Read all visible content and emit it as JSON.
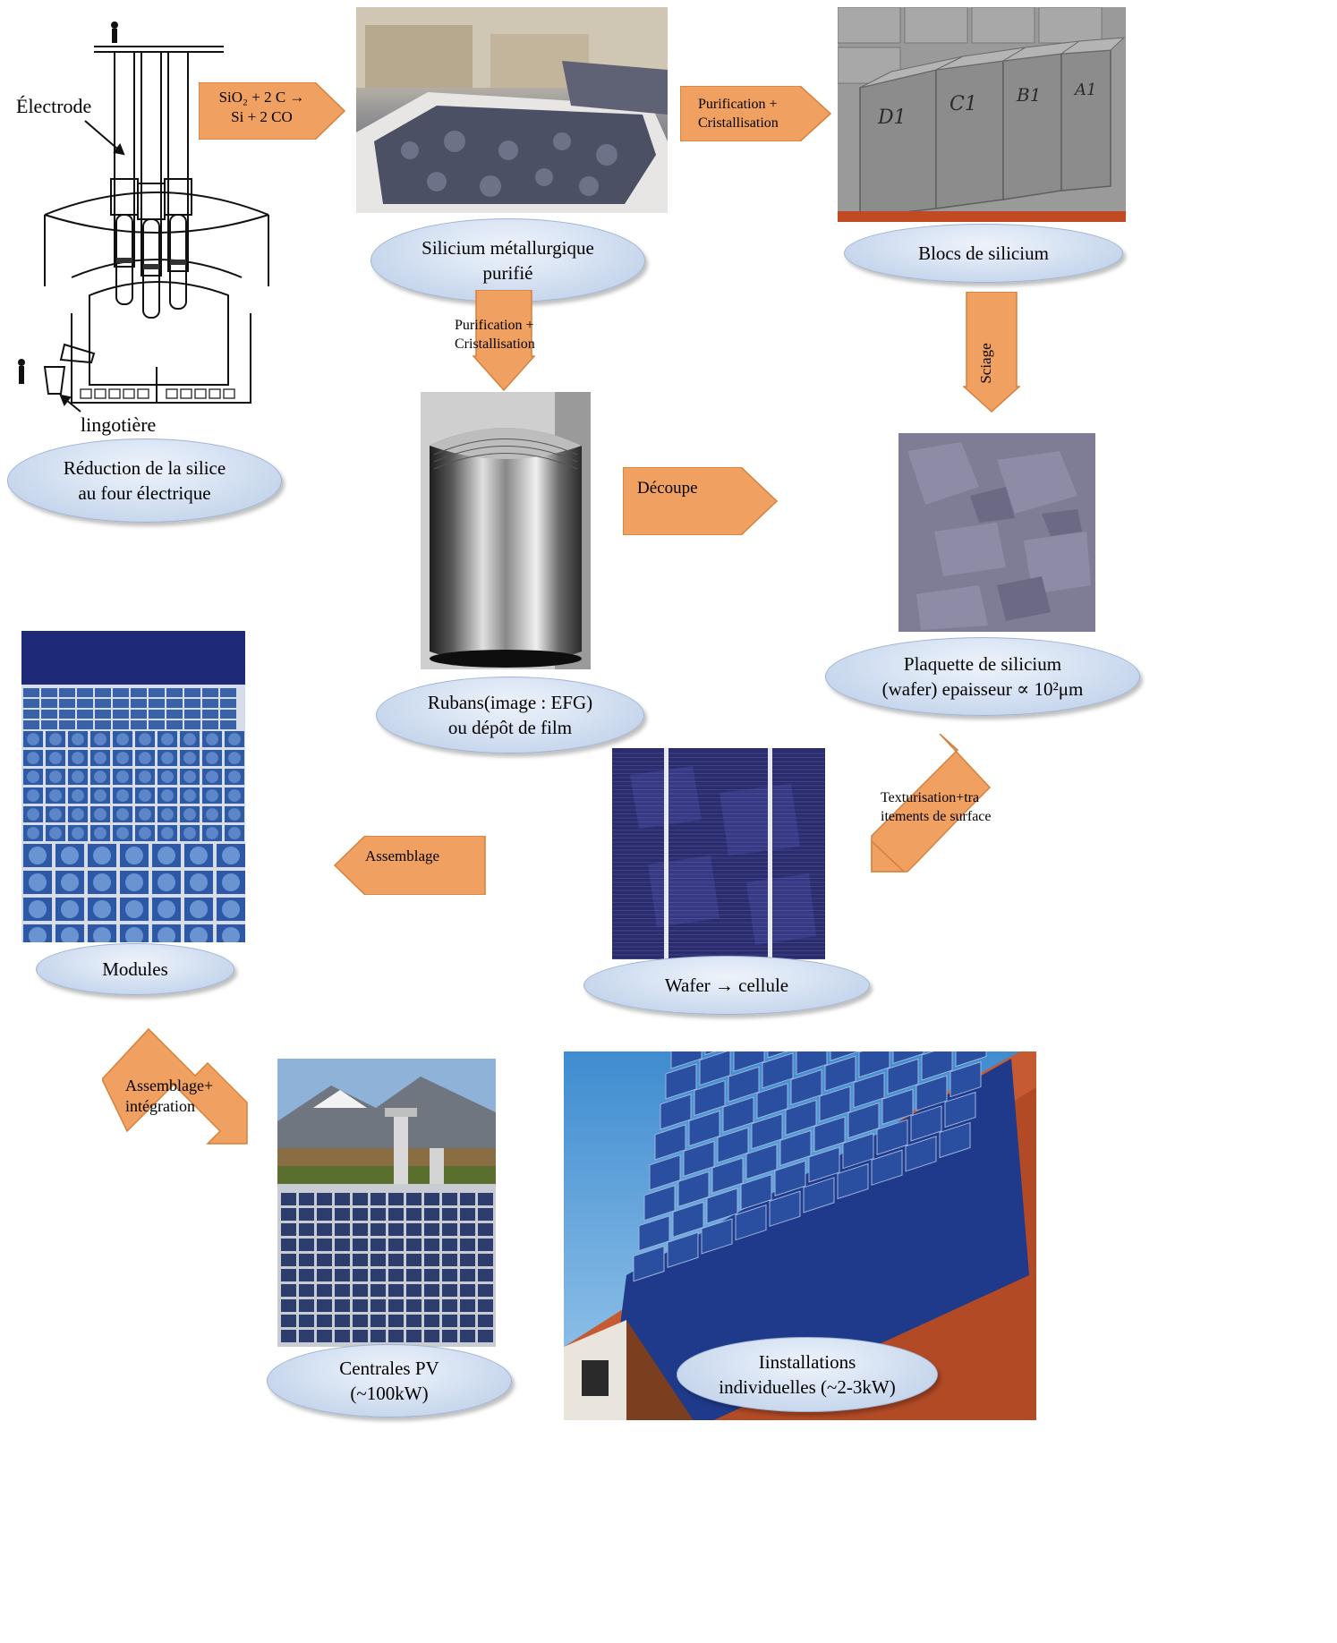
{
  "furnace": {
    "electrode_label": "Électrode",
    "ingot_mould_label": "lingotière"
  },
  "arrows": {
    "reaction_line1": "SiO₂ + 2 C →",
    "reaction_line2": "Si + 2 CO",
    "purif_top": "Purification  +",
    "cryst_top": "Cristallisation",
    "purif_mid": "Purification +",
    "cryst_mid": "Cristallisation",
    "sciage": "Sciage",
    "decoupe": "Découpe",
    "texturisation": "Texturisation+tra itements de surface",
    "assemblage": "Assemblage",
    "assemblage_integration_line1": "Assemblage+",
    "assemblage_integration_line2": "intégration"
  },
  "labels": {
    "reduction_line1": "Réduction de la silice",
    "reduction_line2": "au four électrique",
    "silicium_line1": "Silicium métallurgique",
    "silicium_line2": "purifié",
    "blocs": "Blocs de silicium",
    "plaquette_line1": "Plaquette de silicium",
    "plaquette_line2": "(wafer) epaisseur ∝ 10²μm",
    "rubans_line1": "Rubans(image : EFG)",
    "rubans_line2": "ou dépôt de film",
    "wafer_cellule": "Wafer → cellule",
    "modules": "Modules",
    "centrales_line1": "Centrales PV",
    "centrales_line2": "(~100kW)",
    "installations_line1": "Iinstallations",
    "installations_line2": "individuelles (~2-3kW)"
  },
  "block_marks": [
    "D1",
    "C1",
    "B1",
    "A1"
  ],
  "colors": {
    "arrow_fill": "#f0a060",
    "arrow_stroke": "#d6803c",
    "ellipse_fill": "#cfdcef"
  }
}
